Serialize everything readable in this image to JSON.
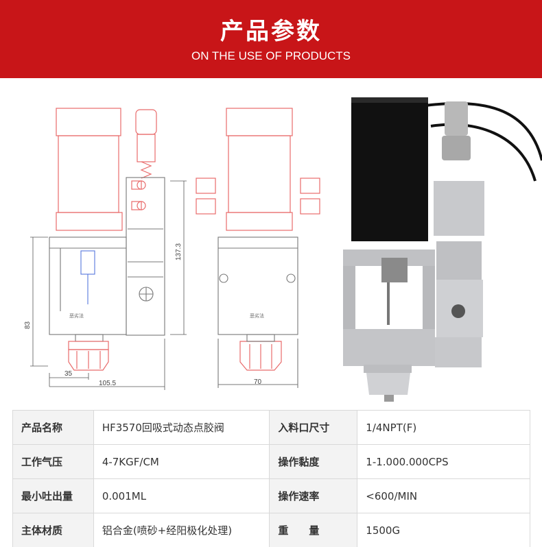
{
  "header": {
    "title": "产品参数",
    "subtitle": "ON THE USE OF PRODUCTS",
    "background_color": "#c81518"
  },
  "drawing": {
    "dimensions": {
      "height_total": "137.3",
      "height_lower": "83",
      "width_nozzle": "35",
      "width_total": "105.5",
      "width_side": "70"
    },
    "body_labels": [
      "恶劣法",
      "恶劣法"
    ]
  },
  "specs": {
    "rows": [
      {
        "label1": "产品名称",
        "value1": "HF3570回吸式动态点胶阀",
        "label2": "入料口尺寸",
        "value2": "1/4NPT(F)"
      },
      {
        "label1": "工作气压",
        "value1": "4-7KGF/CM",
        "label2": "操作黏度",
        "value2": "1-1.000.000CPS"
      },
      {
        "label1": "最小吐出量",
        "value1": "0.001ML",
        "label2": "操作速率",
        "value2": "<600/MIN"
      },
      {
        "label1": "主体材质",
        "value1": "铝合金(喷砂+经阳极化处理)",
        "label2": "重　　量",
        "value2": "1500G"
      }
    ]
  }
}
